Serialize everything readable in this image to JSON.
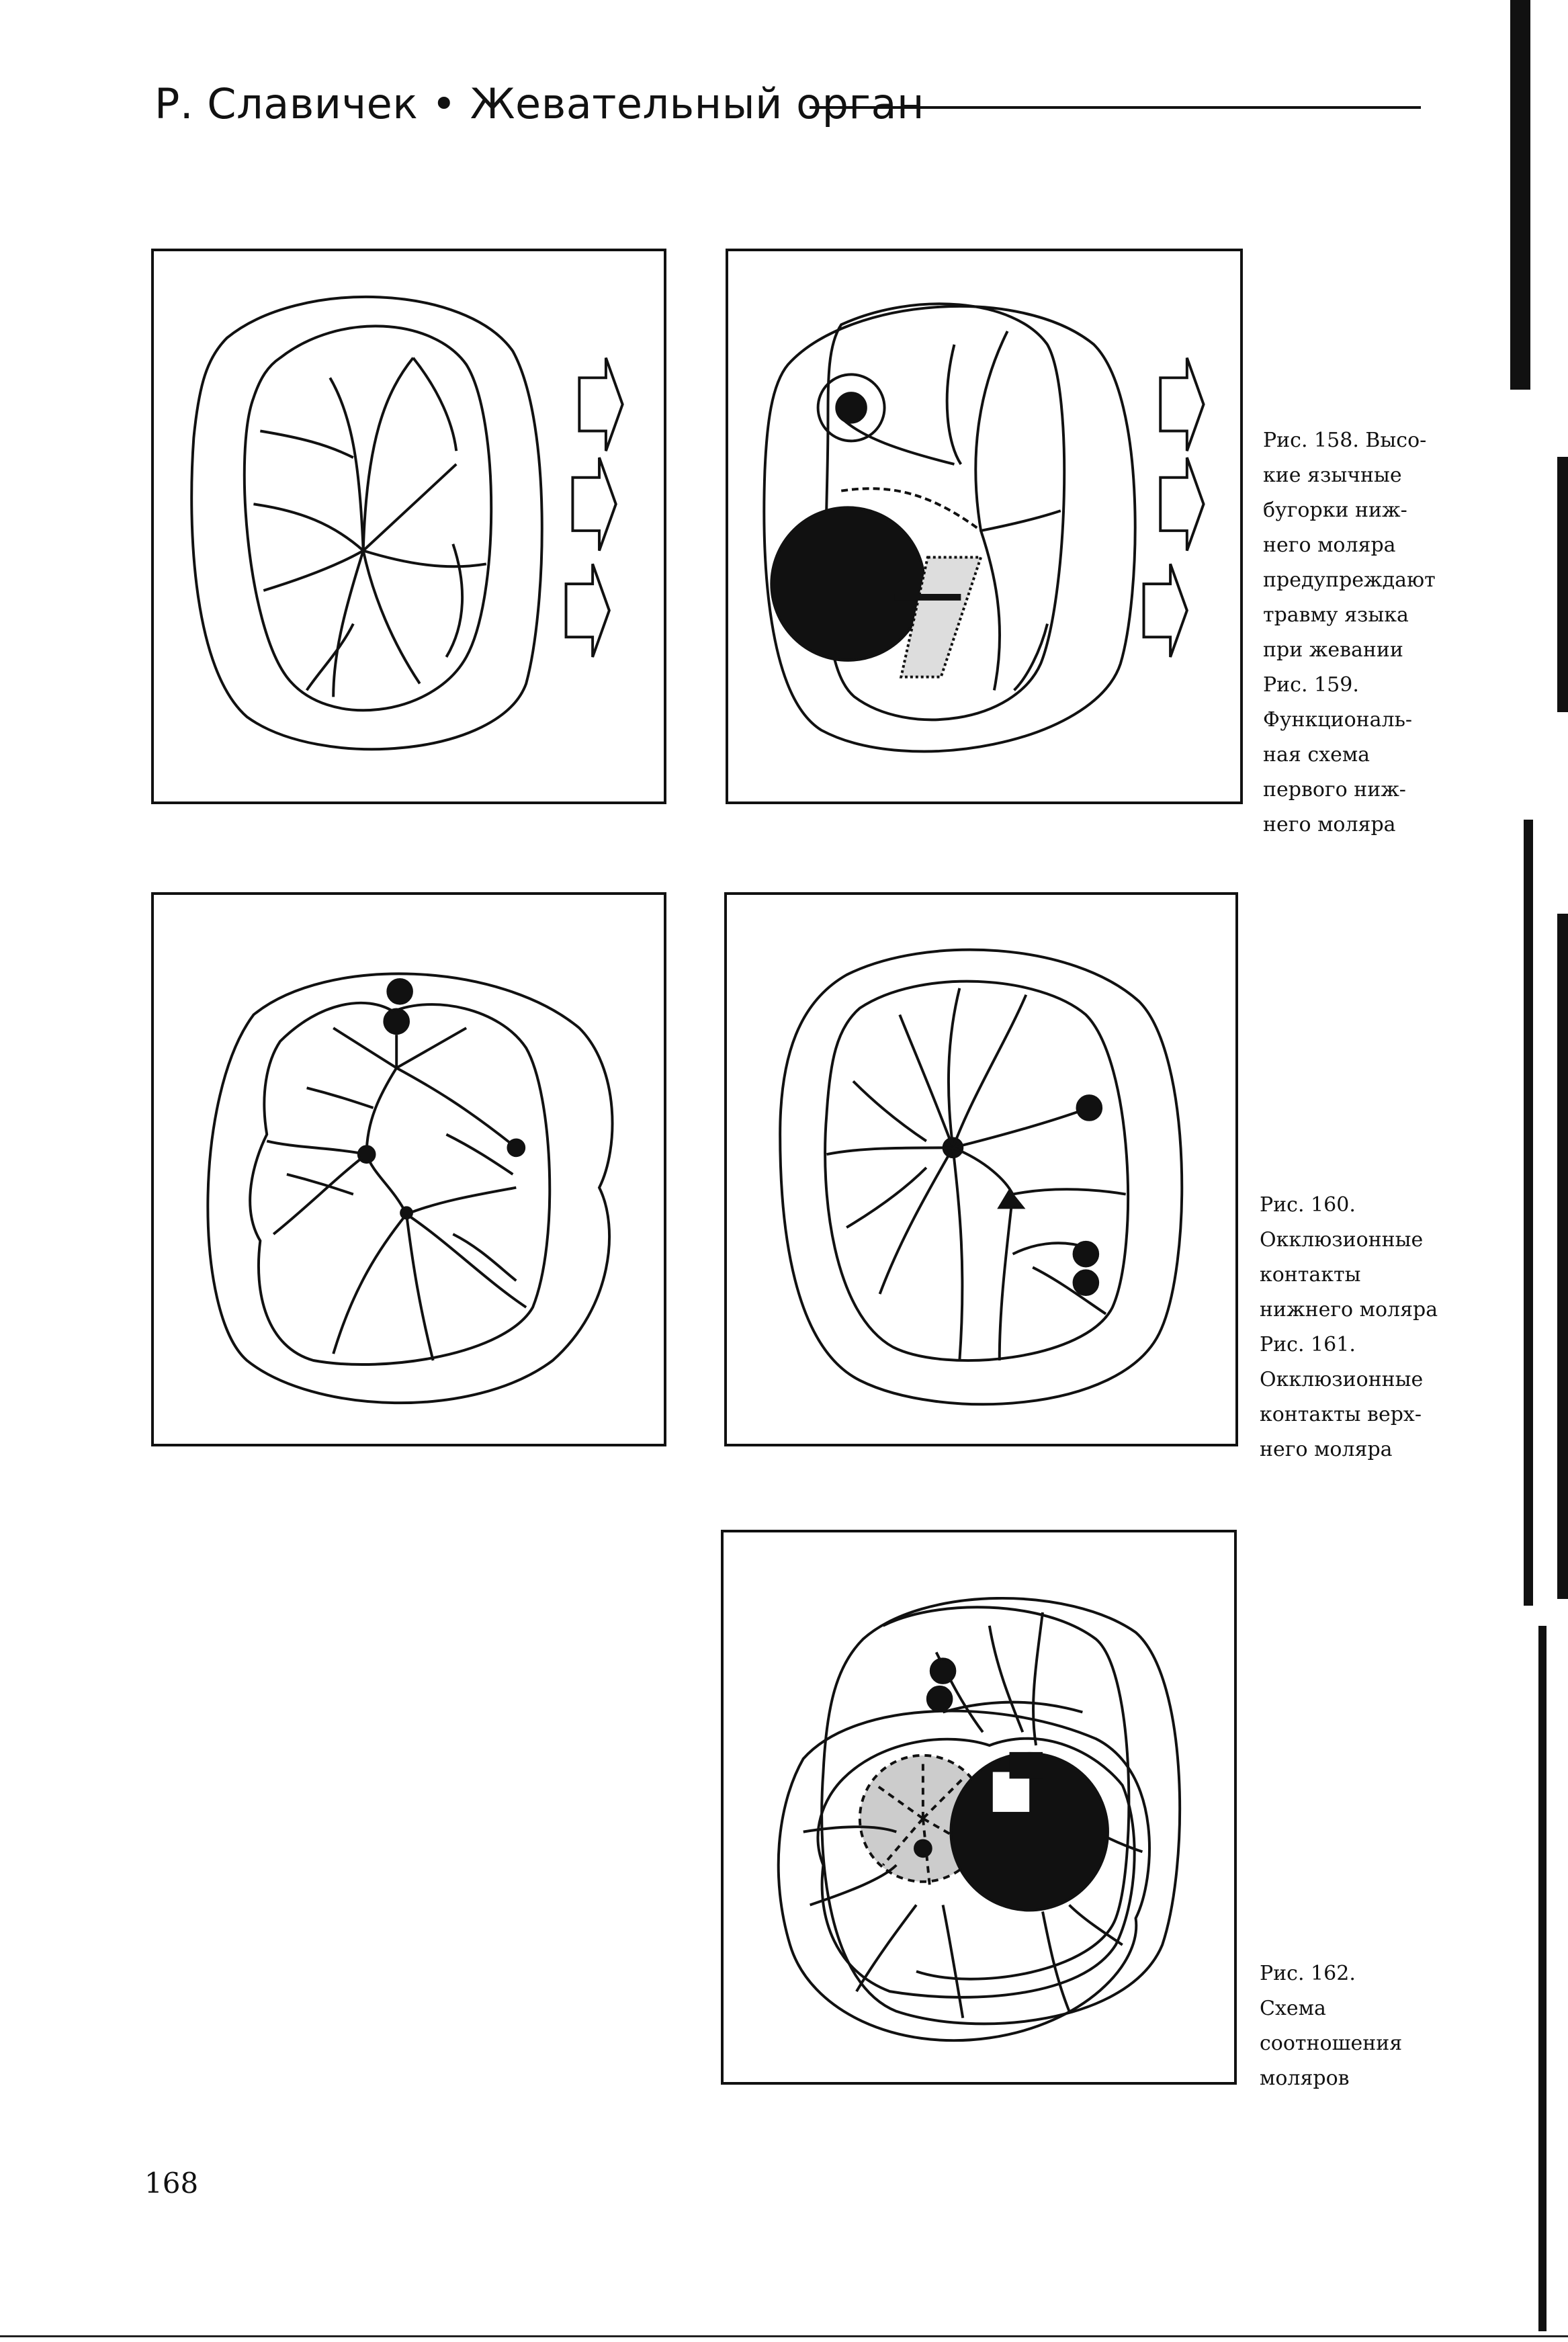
{
  "header": {
    "title": "Р. Славичек • Жевательный орган"
  },
  "captions": {
    "fig158_159": [
      "Рис. 158. Высо-",
      "кие язычные",
      "бугорки ниж-",
      "него моляра",
      "предупреждают",
      "травму языка",
      "при жевании",
      "Рис. 159.",
      "Функциональ-",
      "ная схема",
      "первого ниж-",
      "него моляра"
    ],
    "fig160_161": [
      "Рис. 160.",
      "Окклюзионные",
      "контакты",
      "нижнего моляра",
      "Рис. 161.",
      "Окклюзионные",
      "контакты верх-",
      "него моляра"
    ],
    "fig162": [
      "Рис. 162.",
      "Схема",
      "соотношения",
      "моляров"
    ]
  },
  "page_number": "168",
  "figures": [
    {
      "id": "158",
      "subject": "lower-molar-occlusal-view-with-arrows"
    },
    {
      "id": "159",
      "subject": "functional-scheme-first-lower-molar"
    },
    {
      "id": "160",
      "subject": "occlusal-contacts-lower-molar"
    },
    {
      "id": "161",
      "subject": "occlusal-contacts-upper-molar"
    },
    {
      "id": "162",
      "subject": "molar-relationship-scheme"
    }
  ]
}
